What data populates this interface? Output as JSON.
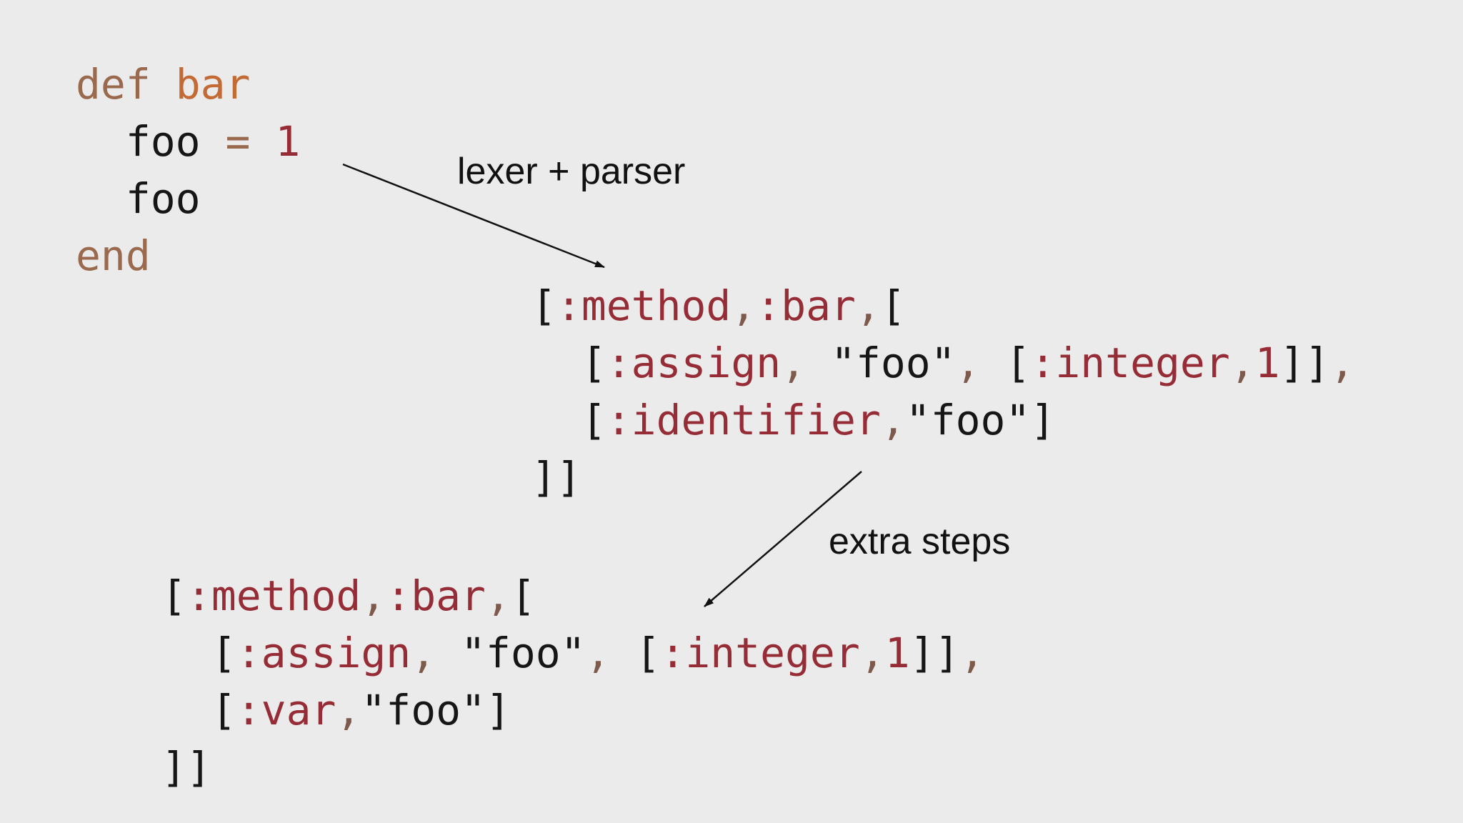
{
  "source_code": {
    "line1_kw": "def",
    "line1_name": "bar",
    "line2_var": "foo",
    "line2_op": "=",
    "line2_num": "1",
    "line3_var": "foo",
    "line4_kw": "end"
  },
  "label_parser": "lexer + parser",
  "label_extra": "extra steps",
  "tree1": {
    "l1_sym_method": ":method",
    "l1_sym_bar": ":bar",
    "l2_sym_assign": ":assign",
    "l2_str_foo": "\"foo\"",
    "l2_sym_integer": ":integer",
    "l2_num": "1",
    "l3_sym": ":identifier",
    "l3_str": "\"foo\"",
    "l4_close": "]]"
  },
  "tree2": {
    "l1_sym_method": ":method",
    "l1_sym_bar": ":bar",
    "l2_sym_assign": ":assign",
    "l2_str_foo": "\"foo\"",
    "l2_sym_integer": ":integer",
    "l2_num": "1",
    "l3_sym": ":var",
    "l3_str": "\"foo\"",
    "l4_close": "]]"
  },
  "colors": {
    "background": "#ecebeb",
    "keyword": "#9a6a4e",
    "method_name": "#c46a34",
    "symbol": "#952c36",
    "text": "#161616"
  }
}
